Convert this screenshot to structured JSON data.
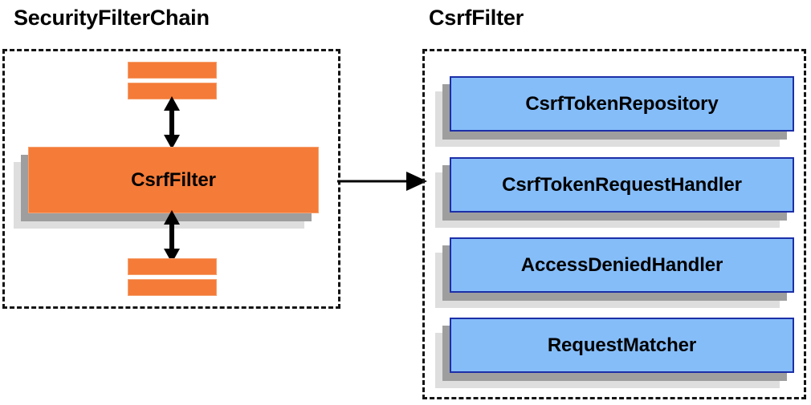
{
  "diagram": {
    "title_left": "SecurityFilterChain",
    "title_right": "CsrfFilter",
    "colors": {
      "orange_face": "#f47b38",
      "orange_border": "#f6a06e",
      "blue_face": "#85bdf9",
      "blue_border": "#1c2fa8",
      "shadow_dark": "#9e9e9f",
      "shadow_light": "#dededf",
      "outline": "#141414",
      "text": "#000000"
    }
  },
  "left_panel": {
    "title": "SecurityFilterChain",
    "filters": [
      {
        "label": "",
        "kind": "slim-bar"
      },
      {
        "label": "",
        "kind": "slim-bar"
      },
      {
        "label": "CsrfFilter",
        "kind": "stacked-block"
      },
      {
        "label": "",
        "kind": "slim-bar"
      },
      {
        "label": "",
        "kind": "slim-bar"
      }
    ],
    "highlighted_filter": "CsrfFilter",
    "arrows": [
      {
        "name": "filter-chain-arrow-above",
        "direction": "both"
      },
      {
        "name": "filter-chain-arrow-below",
        "direction": "both"
      }
    ]
  },
  "right_panel": {
    "title": "CsrfFilter",
    "collaborators": [
      {
        "label": "CsrfTokenRepository"
      },
      {
        "label": "CsrfTokenRequestHandler"
      },
      {
        "label": "AccessDeniedHandler"
      },
      {
        "label": "RequestMatcher"
      }
    ]
  },
  "connector": {
    "name": "csrf-filter-expansion-arrow",
    "direction": "right",
    "from": "CsrfFilter",
    "to": "CsrfFilter detail panel"
  }
}
